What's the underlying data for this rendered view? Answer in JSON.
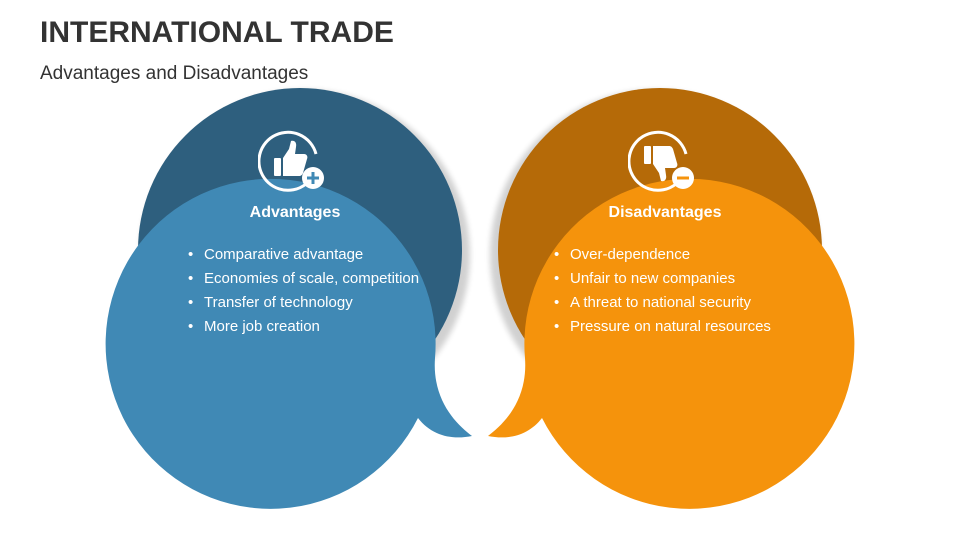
{
  "title": "INTERNATIONAL TRADE",
  "subtitle": "Advantages and Disadvantages",
  "colors": {
    "advantages": "#4089b5",
    "advantages_shadow": "#2e5f7e",
    "disadvantages": "#f5930c",
    "disadvantages_shadow": "#b56a08",
    "title": "#333333",
    "text_on_bubble": "#ffffff"
  },
  "advantages": {
    "heading": "Advantages",
    "icon": "thumbs-up-plus-icon",
    "items": [
      "Comparative advantage",
      "Economies of scale, competition",
      "Transfer of technology",
      "More job creation"
    ]
  },
  "disadvantages": {
    "heading": "Disadvantages",
    "icon": "thumbs-down-minus-icon",
    "items": [
      "Over-dependence",
      "Unfair to new companies",
      "A threat to national security",
      "Pressure on natural resources"
    ]
  }
}
